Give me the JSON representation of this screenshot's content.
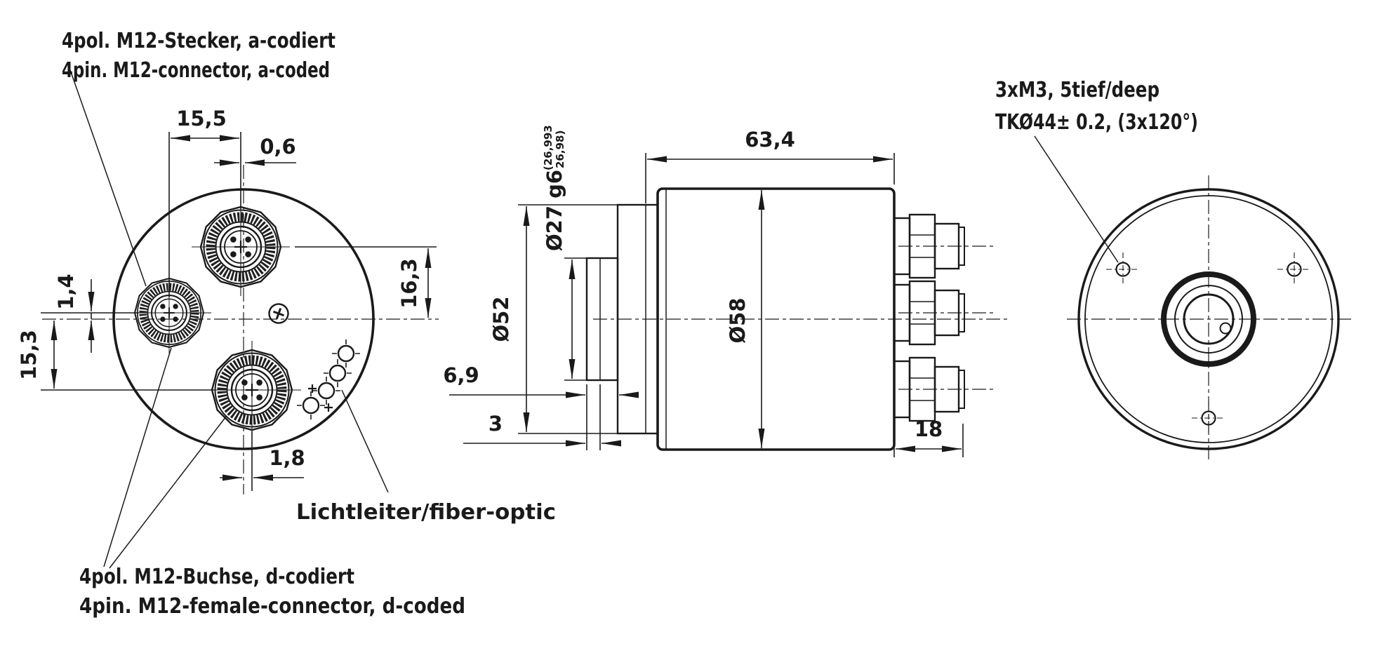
{
  "drawing": {
    "labels": {
      "connector_a_line1": "4pol. M12-Stecker, a-codiert",
      "connector_a_line2": "4pin. M12-connector, a-coded",
      "connector_d_line1": "4pol. M12-Buchse, d-codiert",
      "connector_d_line2": "4pin. M12-female-connector, d-coded",
      "fiber_optic": "Lichtleiter/fiber-optic",
      "mounting_line1": "3xM3, 5tief/deep",
      "mounting_line2": "TKØ44± 0.2, (3x120°)"
    },
    "front_view": {
      "dim_15_5": "15,5",
      "dim_0_6": "0,6",
      "dim_16_3": "16,3",
      "dim_1_4": "1,4",
      "dim_15_3": "15,3",
      "dim_1_8": "1,8"
    },
    "side_view": {
      "dim_63_4": "63,4",
      "dim_shaft": "Ø27 g6",
      "dim_shaft_tol_upper": "(26,993",
      "dim_shaft_tol_lower": "26,98)",
      "dim_52": "Ø52",
      "dim_58": "Ø58",
      "dim_6_9": "6,9",
      "dim_3": "3",
      "dim_18": "18"
    },
    "colors": {
      "ink": "#1a1a1a",
      "background": "#ffffff"
    }
  }
}
